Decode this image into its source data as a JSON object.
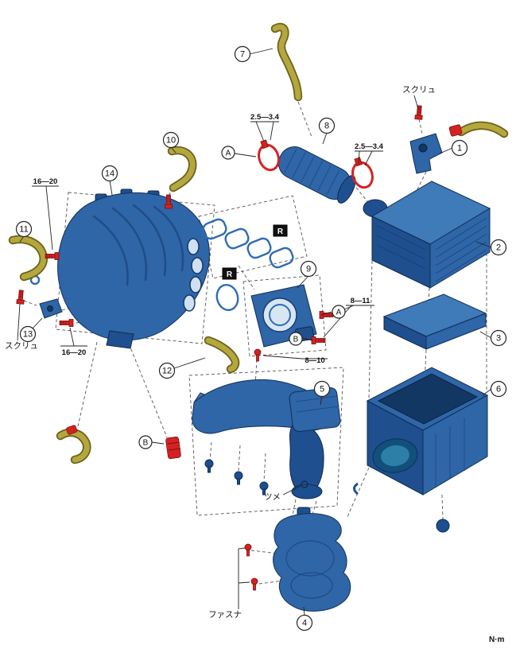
{
  "diagram": {
    "unit": "N·m",
    "labels": {
      "screw_top": "スクリュ",
      "screw_left": "スクリュ",
      "tab": "ツメ",
      "fastener": "ファスナ"
    },
    "callouts": {
      "c1": "1",
      "c2": "2",
      "c3": "3",
      "c4": "4",
      "c5": "5",
      "c6": "6",
      "c7": "7",
      "c8": "8",
      "c9": "9",
      "c10": "10",
      "c11": "11",
      "c12": "12",
      "c13": "13",
      "c14": "14"
    },
    "refs": {
      "a": "A",
      "b": "B",
      "r": "R"
    },
    "torques": {
      "hose_clamp_front": "2.5—3.4",
      "hose_clamp_rear": "2.5—3.4",
      "manifold_upper": "16—20",
      "manifold_lower": "16—20",
      "throttle_body": "8—11",
      "duct_bolt": "8—10"
    },
    "colors": {
      "part_blue": "#2e66a8",
      "part_blue_dark": "#1f4f8e",
      "part_blue_light": "#3f7ab9",
      "hose_yellow": "#b4a73d",
      "accent_red": "#d42222",
      "line": "#555555"
    }
  }
}
